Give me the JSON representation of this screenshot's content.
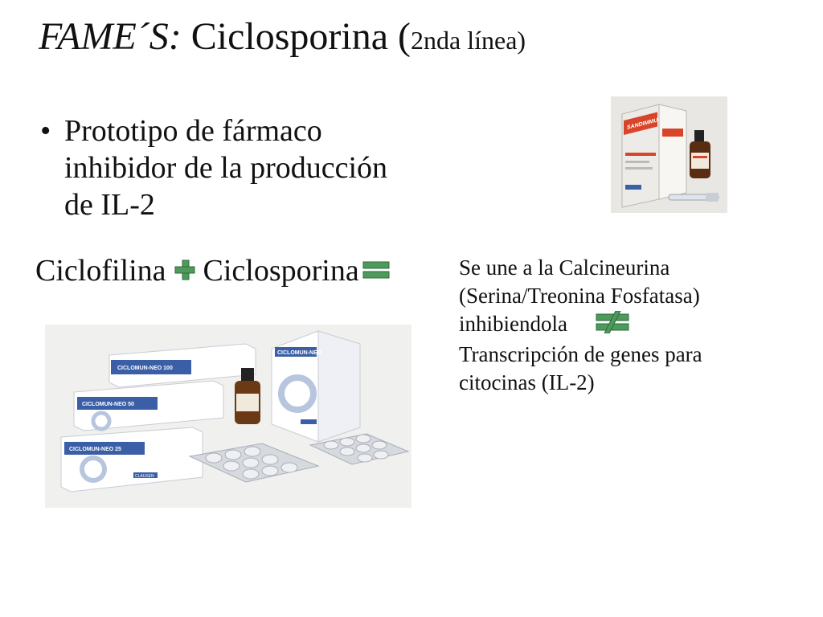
{
  "slide": {
    "title": {
      "prefix_italic": "FAME´S:",
      "main": "Ciclosporina (",
      "small": "2nda línea)"
    },
    "bullet": {
      "marker": "•",
      "text": "Prototipo de fármaco inhibidor de la producción de IL-2"
    },
    "equation": {
      "term1": "Ciclofilina",
      "plus_icon": "plus-icon",
      "term2": "Ciclosporina",
      "equals_icon": "equals-icon"
    },
    "description": {
      "line1": "Se une a la Calcineurina",
      "line2": "(Serina/Treonina Fosfatasa)",
      "line3": "inhibiendola",
      "not_equal_icon": "not-equal-icon",
      "line4": "Transcripción de genes para",
      "line5": "citocinas (IL-2)"
    },
    "images": {
      "top_product_label": "SANDIMMUN",
      "bottom_box_label_1": "CICLOMUN-NEO 100",
      "bottom_box_label_2": "CICLOMUN-NEO 50",
      "bottom_box_label_3": "CICLOMUN-NEO 25",
      "bottom_box_label_4": "CICLOMUN-NEO",
      "bottom_brand": "CLAUSEN"
    },
    "colors": {
      "icon_green": "#4d9a5a",
      "icon_green_dark": "#2f6b3a",
      "box_blue": "#3b5fa6",
      "box_red": "#d8452a"
    }
  }
}
